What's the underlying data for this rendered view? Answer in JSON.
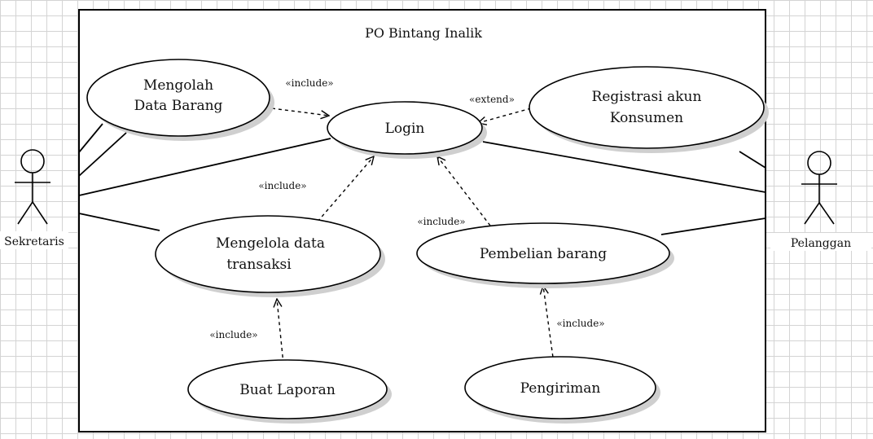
{
  "system": {
    "title": "PO Bintang Inalik"
  },
  "actors": {
    "left": "Sekretaris",
    "right": "Pelanggan"
  },
  "use_cases": {
    "mengolah_data": [
      "Mengolah",
      "Data Barang"
    ],
    "login": "Login",
    "registrasi": [
      "Registrasi akun",
      "Konsumen"
    ],
    "mengelola_transaksi": [
      "Mengelola data",
      "transaksi"
    ],
    "pesan_barang": "Pembelian barang",
    "buat_laporan": "Buat Laporan",
    "pengiriman": "Pengiriman"
  },
  "relations": {
    "mengolah_login": "«include»",
    "registrasi_login": "«extend»",
    "transaksi_login": "«include»",
    "pesan_login": "«include»",
    "transaksi_laporan": "«include»",
    "pesan_pengiriman": "«include»"
  }
}
